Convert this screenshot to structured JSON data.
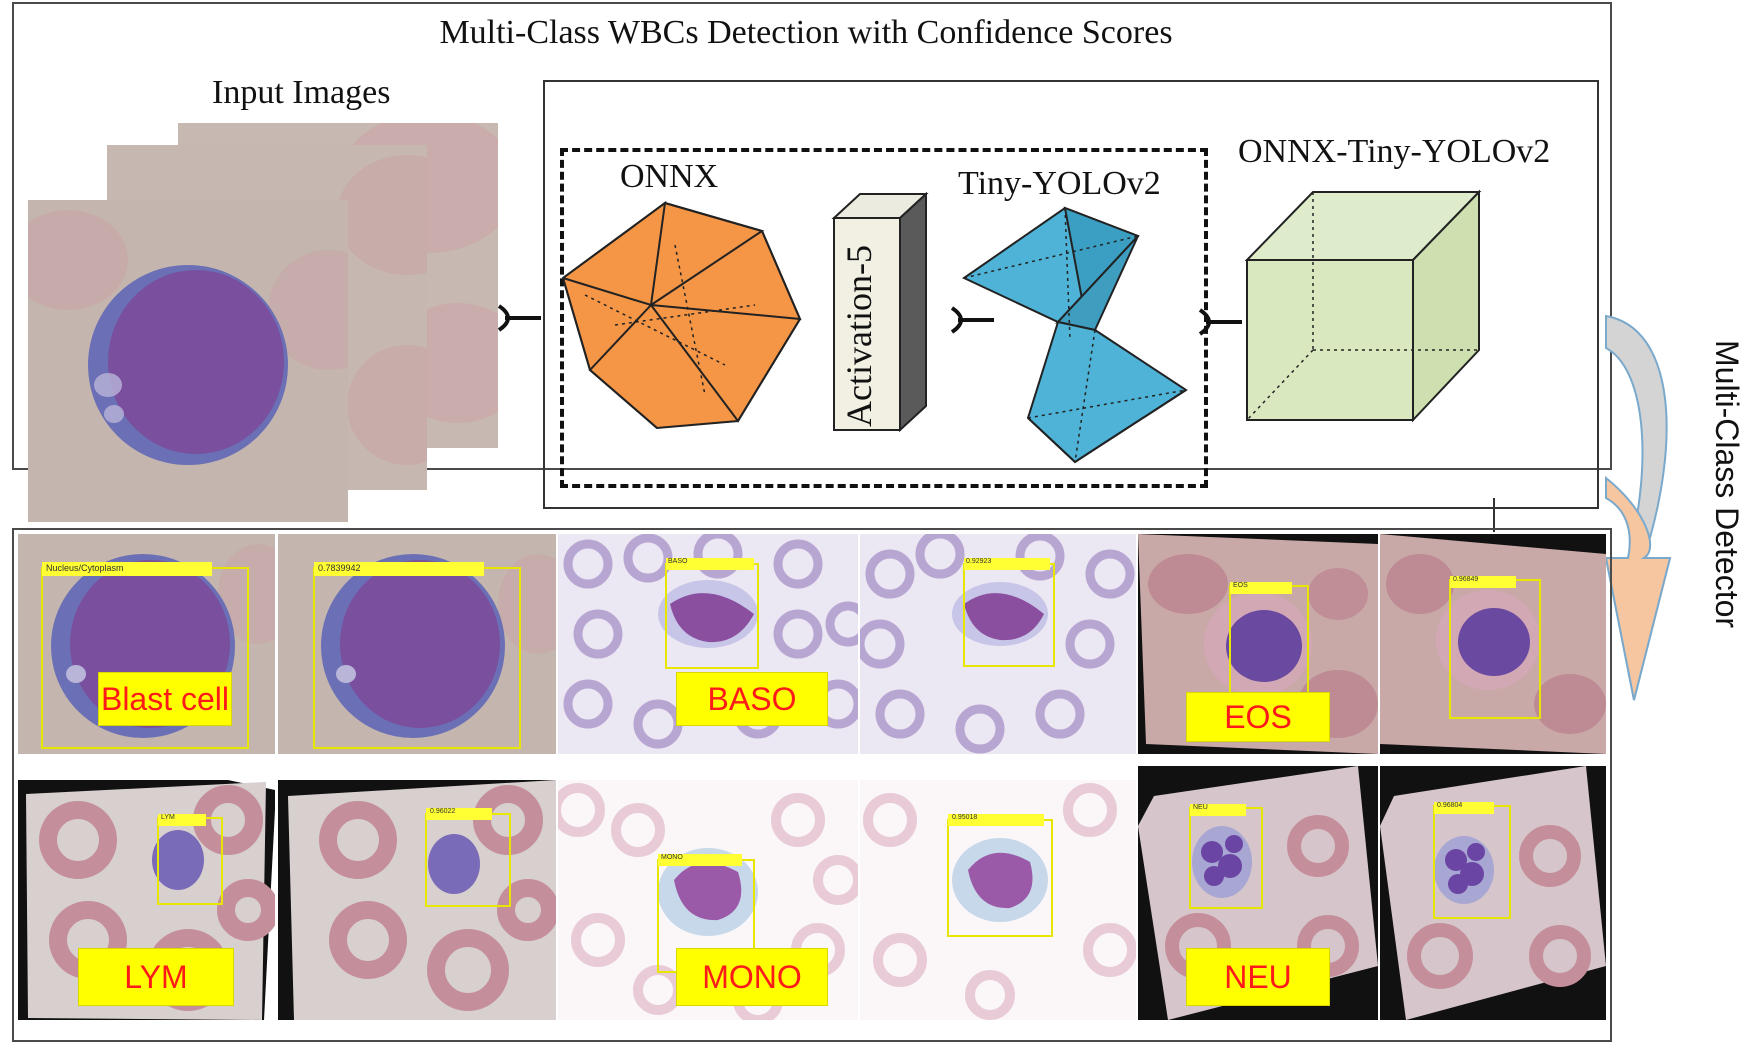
{
  "title": "Multi-Class WBCs Detection with Confidence Scores",
  "input_label": "Input Images",
  "model": {
    "onnx_label": "ONNX",
    "activation_label": "Activation-5",
    "tiny_label": "Tiny-YOLOv2",
    "combined_label": "ONNX-Tiny-YOLOv2"
  },
  "detector_label": "Multi-Class Detector",
  "classes": [
    "Blast cell",
    "BASO",
    "EOS",
    "LYM",
    "MONO",
    "NEU"
  ],
  "tile_text": {
    "blast_class": "Nucleus/Cytoplasm",
    "blast_score": "0.7839942",
    "baso_class": "BASO",
    "baso_score": "0.92923",
    "eos_class": "EOS",
    "eos_score": "0.96849",
    "lym_class": "LYM",
    "lym_score": "0.96022",
    "mono_class": "MONO",
    "mono_score": "0.95018",
    "neu_class": "NEU",
    "neu_score": "0.96804"
  },
  "colors": {
    "onnx_fill": "#f59546",
    "tiny_fill": "#4eb3d6",
    "cube_fill": "#d9e8bf",
    "badge_fill": "#ffff00",
    "badge_text": "#ff1a1a",
    "cell_purple": "#7a55a8"
  }
}
